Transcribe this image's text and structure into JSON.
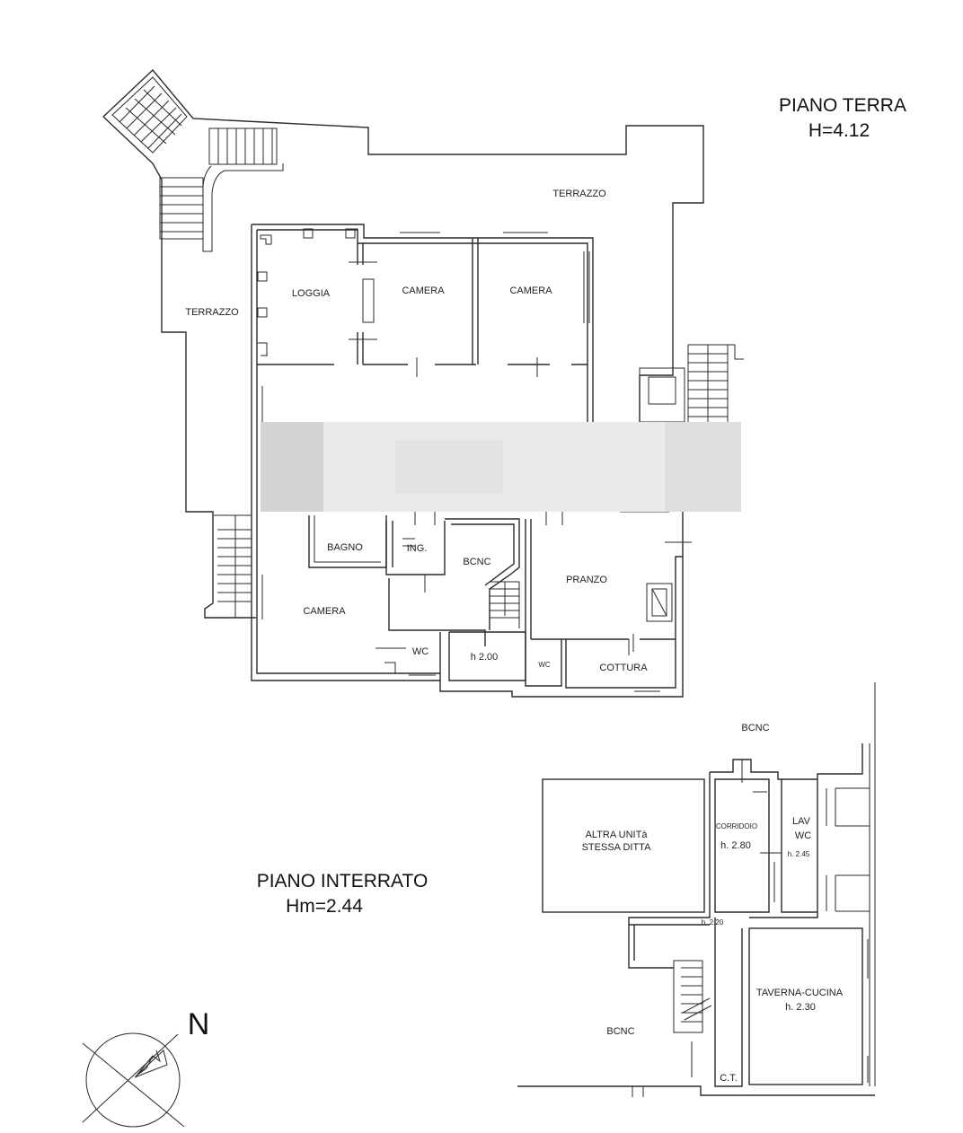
{
  "ground_floor": {
    "title": "PIANO TERRA",
    "height": "H=4.12",
    "rooms": {
      "terrazzo_top": "TERRAZZO",
      "terrazzo_left": "TERRAZZO",
      "loggia": "LOGGIA",
      "camera_1": "CAMERA",
      "camera_2": "CAMERA",
      "bagno": "BAGNO",
      "ing": "ING.",
      "bcnc": "BCNC",
      "pranzo": "PRANZO",
      "camera_3": "CAMERA",
      "wc_1": "WC",
      "h200": "h 2.00",
      "wc_2": "WC",
      "cottura": "COTTURA"
    }
  },
  "basement": {
    "title": "PIANO INTERRATO",
    "height": "Hm=2.44",
    "rooms": {
      "bcnc_top": "BCNC",
      "altra_1": "ALTRA UNITà",
      "altra_2": "STESSA DITTA",
      "corridoio": "CORRIDOIO",
      "h280": "h. 2.80",
      "lav": "LAV",
      "wc": "WC",
      "h245": "h. 2.45",
      "h220": "h. 2.20",
      "taverna": "TAVERNA-CUCINA",
      "h230": "h. 2.30",
      "bcnc_bottom": "BCNC",
      "ct": "C.T."
    }
  },
  "compass": {
    "label": "N",
    "icon": "north-arrow-icon"
  }
}
